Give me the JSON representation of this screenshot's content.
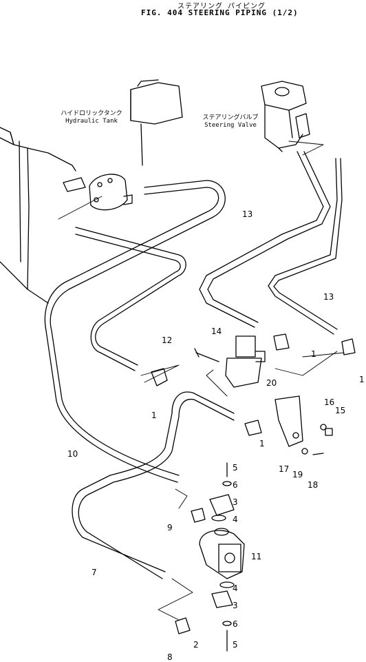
{
  "title_jp": "ステアリング パイピング",
  "title_en": "FIG. 404  STEERING PIPING (1/2)",
  "labels": {
    "hydraulic_tank_jp": "ハイドロリックタンク",
    "hydraulic_tank_en": "Hydraulic Tank",
    "steering_valve_jp": "ステアリングバルブ",
    "steering_valve_en": "Steering Valve"
  },
  "callouts": {
    "c1a": "1",
    "c1b": "1",
    "c1c": "1",
    "c1d": "1",
    "c2": "2",
    "c3a": "3",
    "c3b": "3",
    "c4a": "4",
    "c4b": "4",
    "c5a": "5",
    "c5b": "5",
    "c6a": "6",
    "c6b": "6",
    "c7": "7",
    "c8": "8",
    "c9": "9",
    "c10": "10",
    "c11": "11",
    "c12": "12",
    "c13a": "13",
    "c13b": "13",
    "c14": "14",
    "c15": "15",
    "c16": "16",
    "c17": "17",
    "c18": "18",
    "c19": "19",
    "c20": "20"
  }
}
